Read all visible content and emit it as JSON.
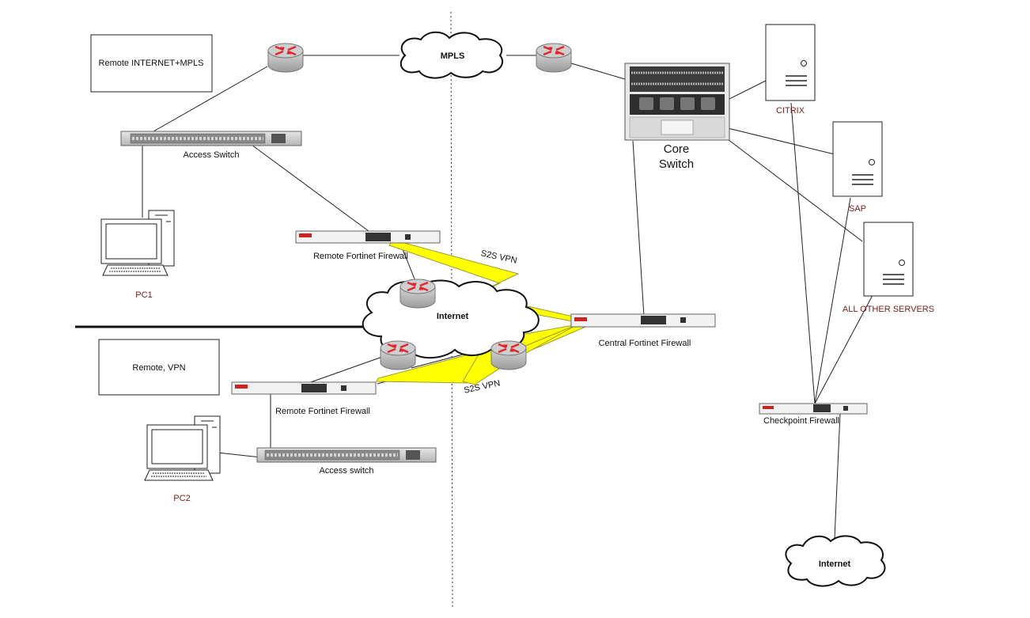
{
  "boxes": {
    "remote_internet_mpls": "Remote INTERNET+MPLS",
    "remote_vpn": "Remote, VPN"
  },
  "clouds": {
    "mpls": "MPLS",
    "internet_center": "Internet",
    "internet_bottom": "Internet"
  },
  "devices": {
    "access_switch_top": "Access Switch",
    "access_switch_bottom": "Access switch",
    "remote_fw_top": "Remote Fortinet Firewall",
    "remote_fw_bottom": "Remote Fortinet Firewall",
    "central_fw": "Central Fortinet Firewall",
    "checkpoint_fw": "Checkpoint Firewall",
    "core_switch_line1": "Core",
    "core_switch_line2": "Switch"
  },
  "servers": {
    "citrix": "CITRIX",
    "sap": "SAP",
    "all_other": "ALL OTHER SERVERS"
  },
  "pcs": {
    "pc1": "PC1",
    "pc2": "PC2"
  },
  "vpn": {
    "top": "S2S VPN",
    "bottom": "S2S VPN"
  },
  "colors": {
    "router_body": "#bdbdbd",
    "router_arrows": "#e0262b",
    "vpn_bolt": "#ffff00",
    "server_label": "#7a2020"
  }
}
